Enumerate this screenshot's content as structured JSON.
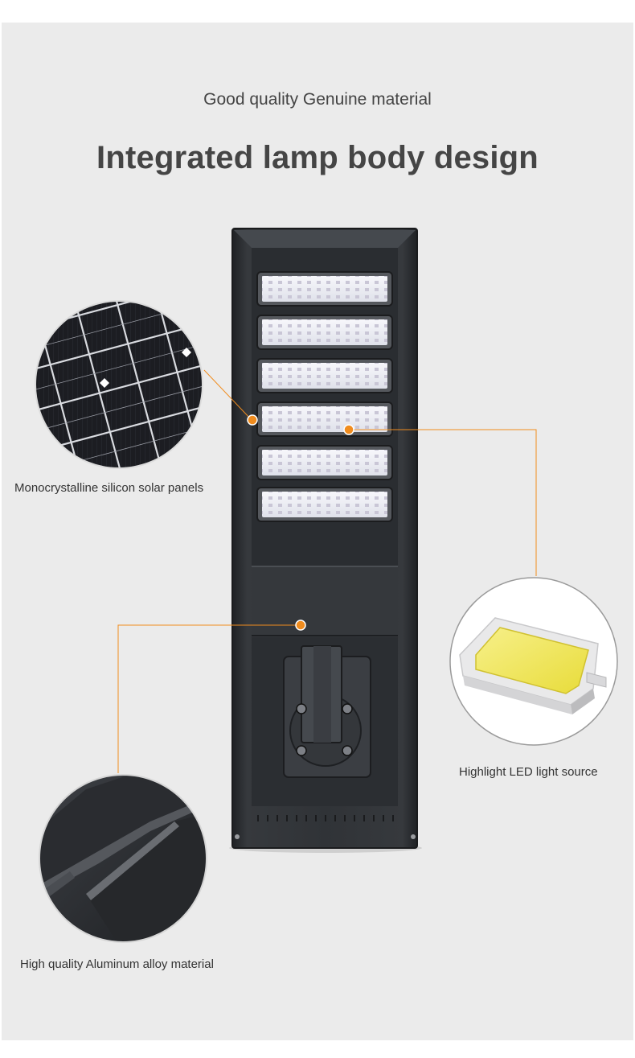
{
  "header": {
    "subtitle": "Good quality Genuine material",
    "title": "Integrated lamp body design"
  },
  "callouts": {
    "solar": {
      "caption": "Monocrystalline silicon solar panels",
      "icon": "solar-panel-closeup"
    },
    "led": {
      "caption": "Highlight LED light source",
      "icon": "smd-led-chip-closeup"
    },
    "aluminum": {
      "caption": "High quality Aluminum alloy material",
      "icon": "aluminum-edge-closeup"
    }
  },
  "colors": {
    "background": "#ebebeb",
    "accent": "#f08c1e",
    "lamp_body": "#2e3135",
    "text": "#333333"
  },
  "lamp": {
    "led_module_count": 6
  }
}
